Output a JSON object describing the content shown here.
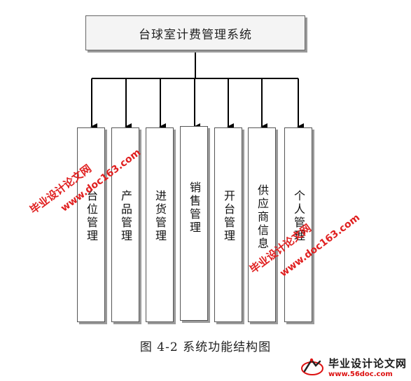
{
  "diagram": {
    "root": "台球室计费管理系统",
    "children": [
      "台位管理",
      "产品管理",
      "进货管理",
      "销售管理",
      "开台管理",
      "供应商信息",
      "个人管理"
    ],
    "caption": "图 4-2 系统功能结构图"
  },
  "watermarks": {
    "site_cn": "毕业设计论文网",
    "site_url": "www.doc163.com"
  },
  "footer_logo": {
    "title": "毕业设计论文网",
    "url": "www.56doc.com"
  },
  "colors": {
    "watermark": "#e02020",
    "line": "#000000"
  }
}
